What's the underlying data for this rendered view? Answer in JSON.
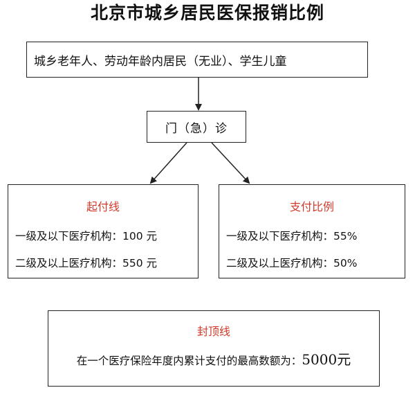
{
  "title": "北京市城乡居民医保报销比例",
  "population": "城乡老年人、劳动年龄内居民（无业）、学生儿童",
  "clinic": "门（急）诊",
  "threshold": {
    "heading": "起付线",
    "rows": [
      "一级及以下医疗机构：100 元",
      "二级及以上医疗机构：550 元"
    ]
  },
  "ratio": {
    "heading": "支付比例",
    "rows": [
      "一级及以下医疗机构：55%",
      "二级及以上医疗机构：50%"
    ]
  },
  "cap": {
    "heading": "封顶线",
    "text": "在一个医疗保险年度内累计支付的最高数额为：",
    "amount": "5000元"
  },
  "colors": {
    "heading_red": "#d03a2a",
    "border": "#222222"
  }
}
